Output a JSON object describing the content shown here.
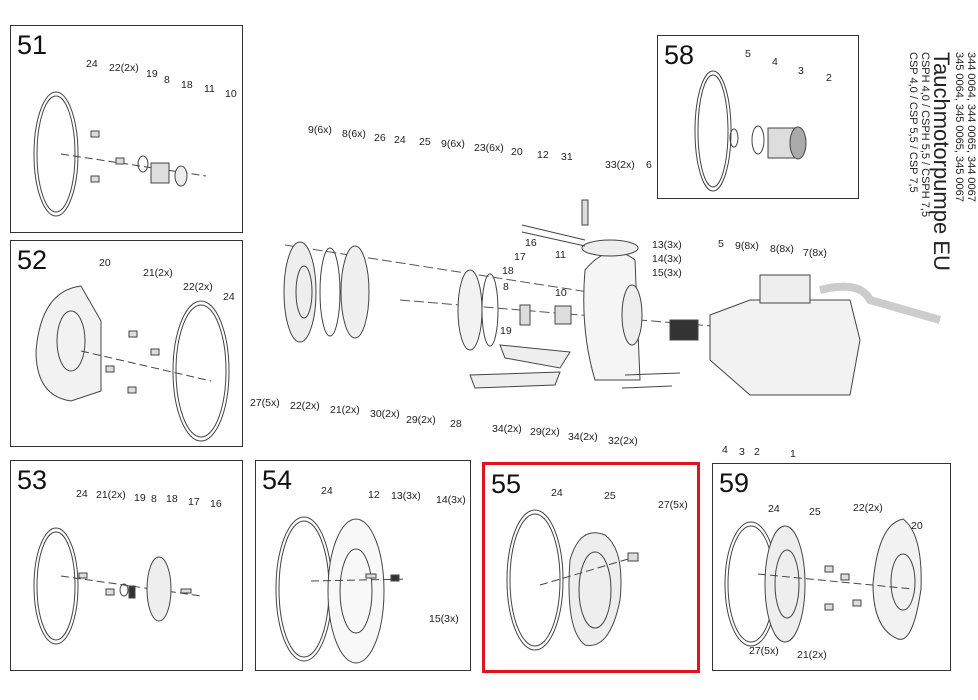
{
  "title": {
    "codes_line1": "344 0064, 344 0065, 344 0067",
    "codes_line2": "345 0064, 345 0065, 345 0067",
    "name": "Tauchmotorpumpe EU",
    "models_line1": "CSPH 4,0 / CSPH 5,5 / CSPH 7,5",
    "models_line2": "CSP 4,0  / CSP 5,5  / CSP 7,5"
  },
  "main_labels": [
    "9(6x)",
    "8(6x)",
    "26",
    "24",
    "25",
    "9(6x)",
    "23(6x)",
    "20",
    "12",
    "31",
    "33(2x)",
    "6",
    "16",
    "17",
    "11",
    "18",
    "8",
    "10",
    "19",
    "13(3x)",
    "14(3x)",
    "15(3x)",
    "5",
    "9(8x)",
    "8(8x)",
    "7(8x)",
    "27(5x)",
    "22(2x)",
    "21(2x)",
    "30(2x)",
    "29(2x)",
    "28",
    "34(2x)",
    "29(2x)",
    "34(2x)",
    "32(2x)",
    "4",
    "3",
    "2",
    "1"
  ],
  "panels": {
    "p51": {
      "number": "51",
      "labels": [
        "24",
        "22(2x)",
        "19",
        "8",
        "18",
        "11",
        "10"
      ]
    },
    "p52": {
      "number": "52",
      "labels": [
        "20",
        "21(2x)",
        "22(2x)",
        "24"
      ]
    },
    "p53": {
      "number": "53",
      "labels": [
        "24",
        "21(2x)",
        "19",
        "8",
        "18",
        "17",
        "16"
      ]
    },
    "p54": {
      "number": "54",
      "labels": [
        "24",
        "12",
        "13(3x)",
        "14(3x)",
        "15(3x)"
      ]
    },
    "p55": {
      "number": "55",
      "labels": [
        "24",
        "25",
        "27(5x)"
      ],
      "highlight_color": "#e0141e"
    },
    "p58": {
      "number": "58",
      "labels": [
        "5",
        "4",
        "3",
        "2"
      ]
    },
    "p59": {
      "number": "59",
      "labels": [
        "24",
        "25",
        "22(2x)",
        "20",
        "27(5x)",
        "21(2x)"
      ]
    }
  }
}
